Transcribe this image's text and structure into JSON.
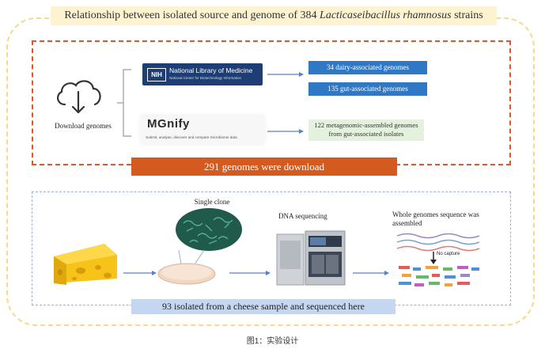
{
  "title": {
    "prefix": "Relationship between isolated source and genome of 384 ",
    "species": "Lacticaseibacillus rhamnosus",
    "suffix": " strains"
  },
  "download": {
    "label": "Download genomes",
    "nih_badge": "NIH",
    "nlm_name": "National Library of Medicine",
    "nlm_sub": "National Center for Biotechnology Information",
    "mgnify_name": "MGnify",
    "mgnify_tagline": "Submit, analyse, discover and compare microbiome data",
    "outputs": [
      "34 dairy-associated genomes",
      "135 gut-associated genomes",
      "122 metagenomic-assembled genomes from gut-associated isolates"
    ],
    "banner": "291 genomes were download"
  },
  "sequencing": {
    "single_clone": "Single clone",
    "dna_sequencing": "DNA sequencing",
    "assembled": "Whole genomes sequence was assembled",
    "no_capture": "No capture",
    "banner": "93 isolated from a cheese sample and sequenced here"
  },
  "caption": "图1：实验设计",
  "colors": {
    "title_bg": "#fdf3d0",
    "outer_border": "#f5d98c",
    "red_dashed": "#e0562a",
    "blue_dashed": "#9bb0d6",
    "orange_banner": "#d35b1f",
    "blue_box": "#2e78c5",
    "green_box": "#e4f1dc",
    "light_blue_banner": "#c5d6f0"
  }
}
